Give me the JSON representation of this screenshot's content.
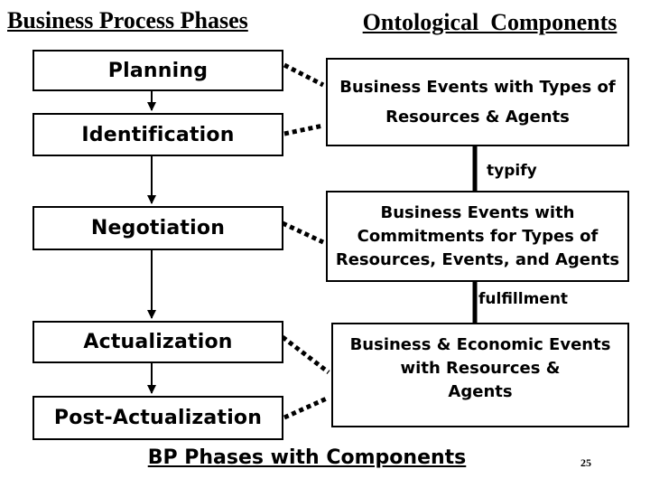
{
  "colors": {
    "ink": "#000000",
    "background": "#ffffff",
    "box_fill": "#ffffff"
  },
  "headers": {
    "left": "Business Process Phases",
    "right": "Ontological  Components"
  },
  "phases": [
    {
      "label": "Planning"
    },
    {
      "label": "Identification"
    },
    {
      "label": "Negotiation"
    },
    {
      "label": "Actualization"
    },
    {
      "label": "Post-Actualization"
    }
  ],
  "components": [
    {
      "lines": [
        "Business Events with Types of",
        "Resources & Agents"
      ]
    },
    {
      "lines": [
        "Business Events with",
        "Commitments for Types of",
        "Resources, Events, and Agents"
      ]
    },
    {
      "lines": [
        "Business & Economic Events",
        "with Resources &",
        "Agents"
      ]
    }
  ],
  "relations": [
    {
      "label": "typify"
    },
    {
      "label": "fulfillment"
    }
  ],
  "caption": "BP Phases with Components",
  "page_number": "25"
}
